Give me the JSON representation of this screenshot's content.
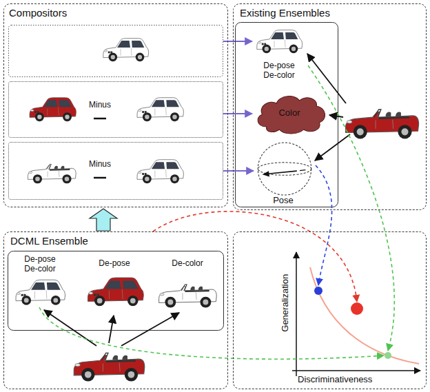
{
  "diagram": {
    "nodes": [
      {
        "text": [
          "Compositors"
        ]
      },
      {
        "text": [
          "Minus"
        ],
        "in": 0
      },
      {
        "text": [
          "Minus"
        ],
        "in": 0
      },
      {
        "text": [
          "Existing Ensembles"
        ]
      },
      {
        "text": [
          "De-pose De-color"
        ],
        "in": 3
      },
      {
        "text": [
          "Color"
        ],
        "in": 3
      },
      {
        "text": [
          "Pose"
        ],
        "in": 3
      },
      {
        "text": [
          "DCML Ensemble"
        ]
      },
      {
        "text": [
          "De-pose De-color"
        ],
        "in": 7
      },
      {
        "text": [
          "De-pose"
        ],
        "in": 7
      },
      {
        "text": [
          "De-color"
        ],
        "in": 7
      },
      {
        "text": [
          "Generalization",
          "Discriminativeness"
        ]
      }
    ],
    "edges": [
      {
        "from": 1,
        "to": 5,
        "arrow": "to"
      },
      {
        "from": 2,
        "to": 6,
        "arrow": "to"
      },
      {
        "from": 7,
        "to": 0,
        "arrow": "to"
      },
      {
        "from": 6,
        "to": 11,
        "arrow": "to"
      },
      {
        "from": 7,
        "to": 11,
        "arrow": "to"
      },
      {
        "from": 4,
        "to": 11,
        "arrow": "to"
      },
      {
        "from": 8,
        "to": 11,
        "arrow": "to"
      }
    ]
  }
}
